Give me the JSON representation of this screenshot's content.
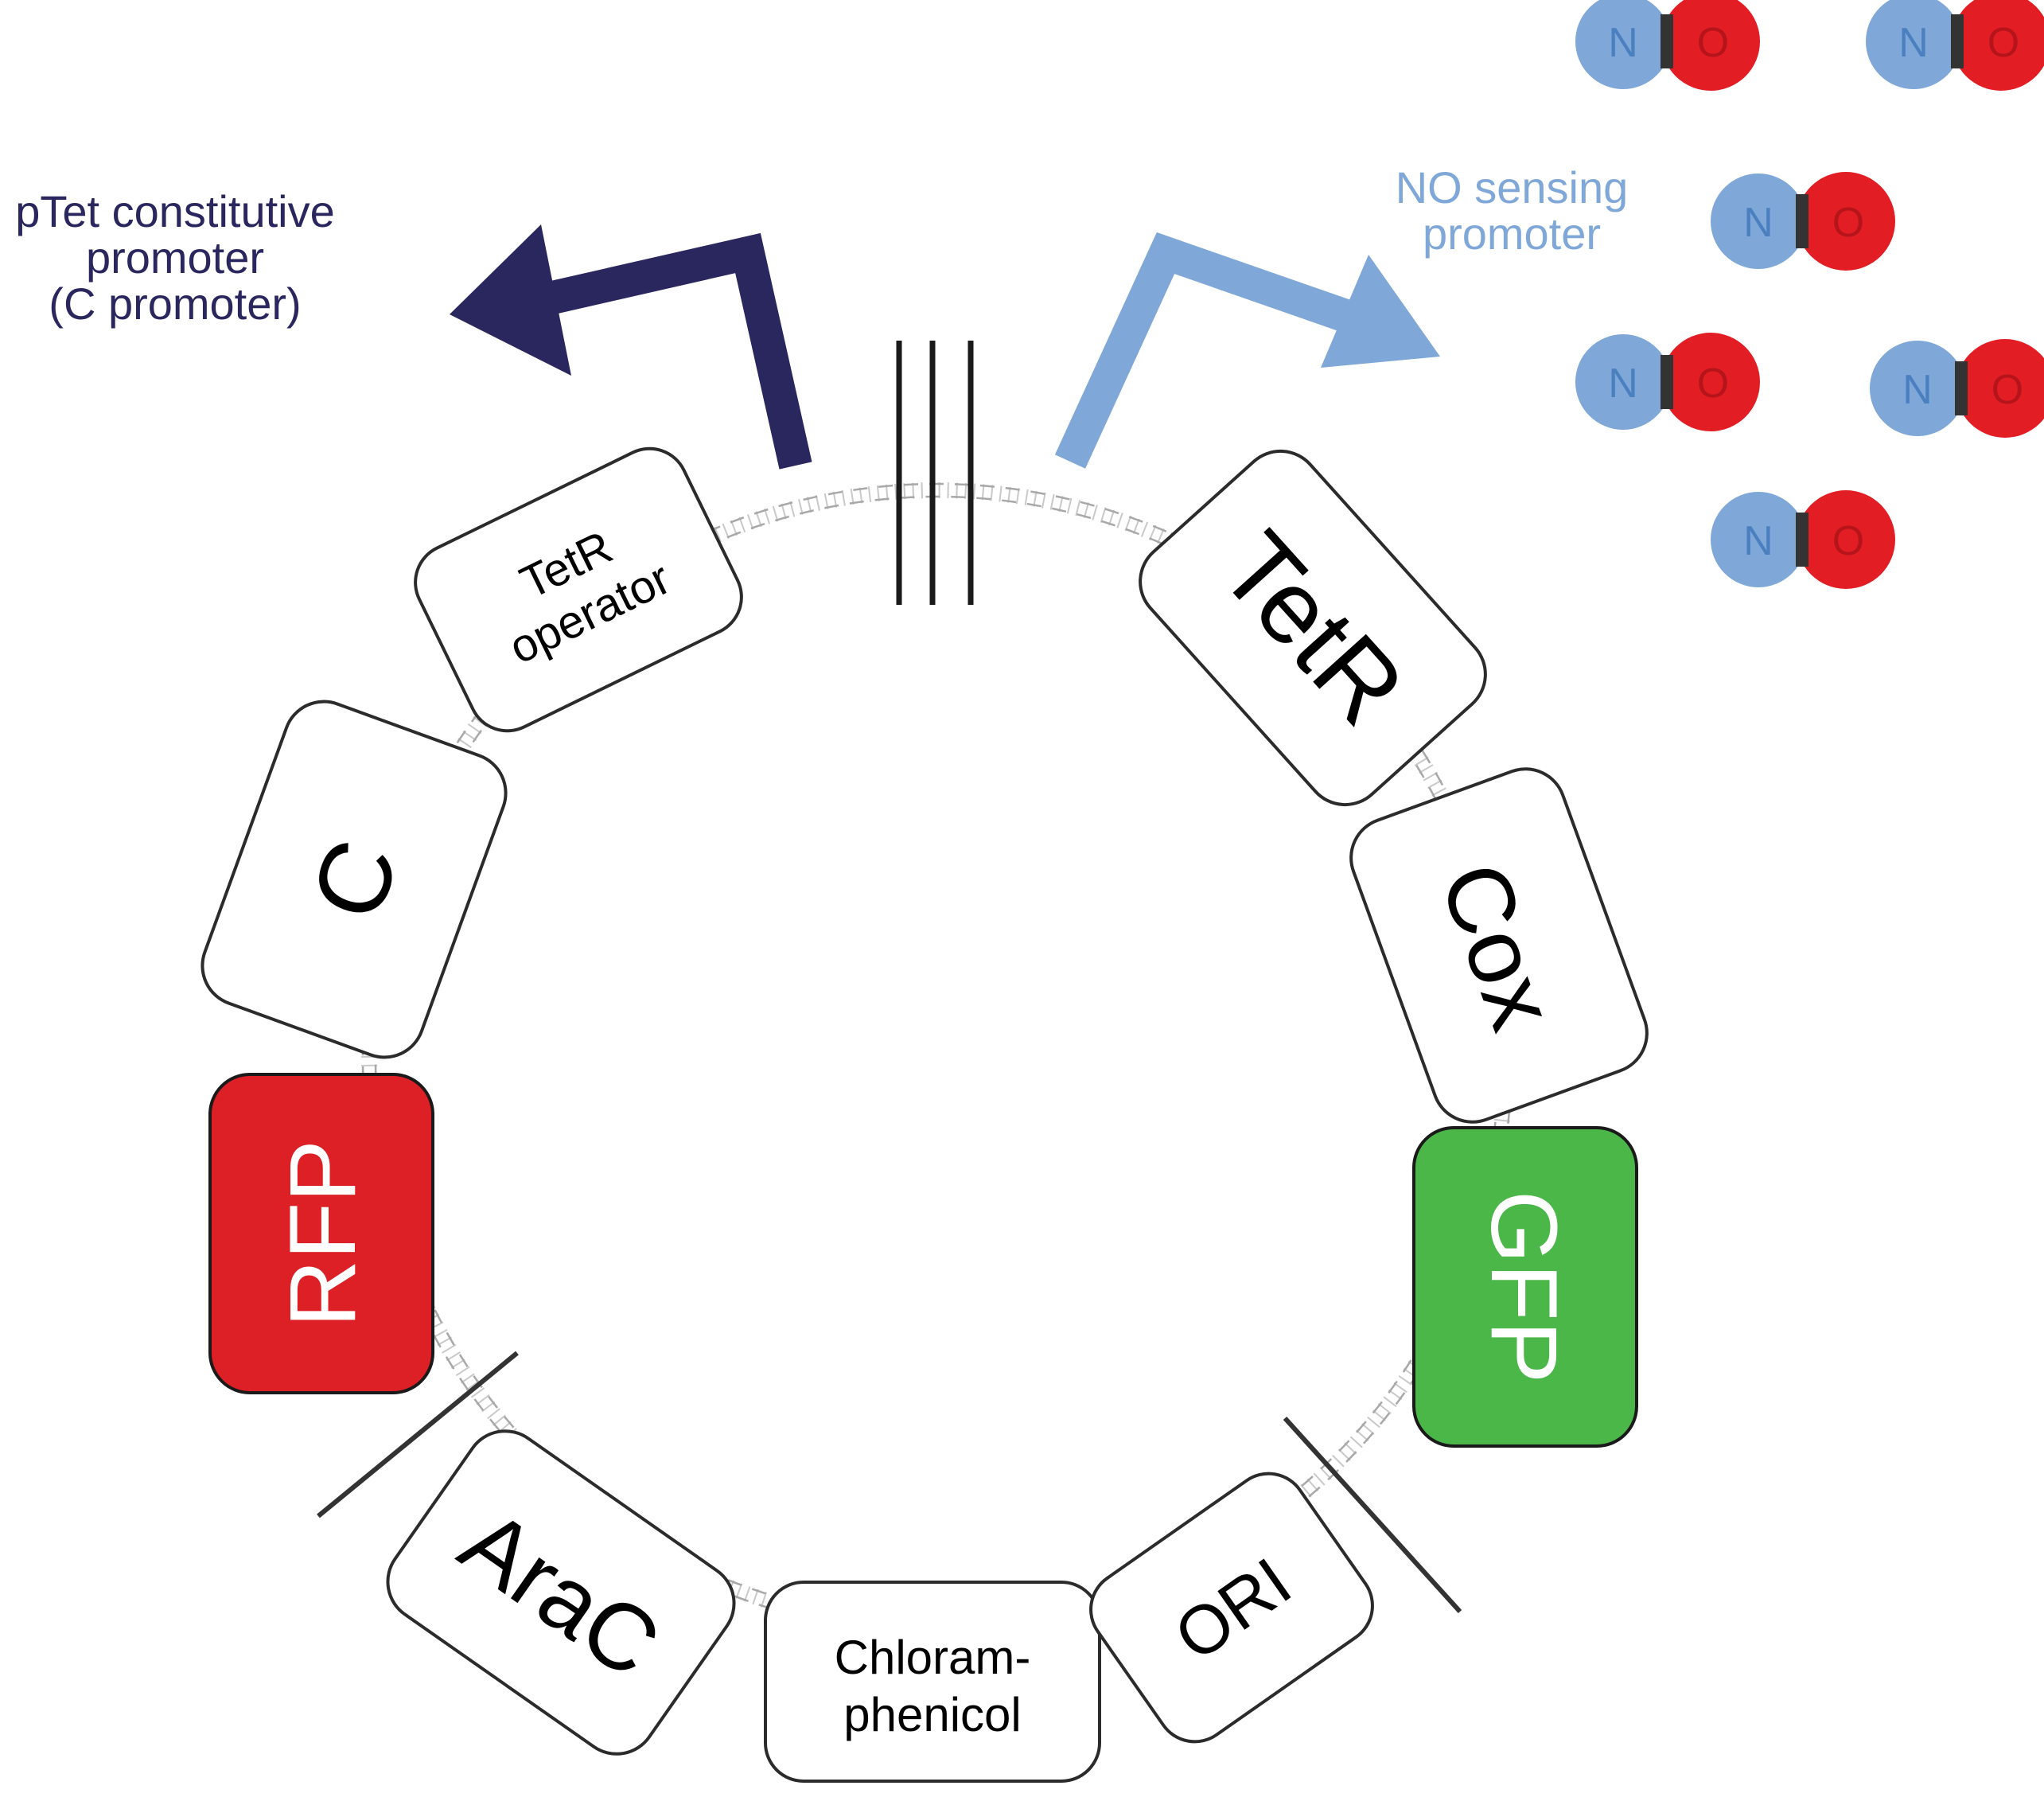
{
  "labels": {
    "ptet_line1": "pTet constitutive",
    "ptet_line2": "promoter",
    "ptet_line3": "(C promoter)",
    "no_line1": "NO sensing",
    "no_line2": "promoter"
  },
  "parts": {
    "tetr_operator_line1": "TetR",
    "tetr_operator_line2": "operator",
    "c": "C",
    "rfp": "RFP",
    "arac": "AraC",
    "chloram_line1": "Chloram-",
    "chloram_line2": "phenicol",
    "ori": "ORI",
    "gfp": "GFP",
    "cox": "Cox",
    "tetr": "TetR"
  },
  "molecule": {
    "n_label": "N",
    "o_label": "O",
    "count": 6
  },
  "colors": {
    "ptet_arrow": "#2a275f",
    "no_arrow": "#7fa8d8",
    "rfp_fill": "#dd1f26",
    "gfp_fill": "#4bb749",
    "n_atom": "#7fa8d8",
    "o_atom": "#e31d24",
    "bond": "#333333"
  }
}
